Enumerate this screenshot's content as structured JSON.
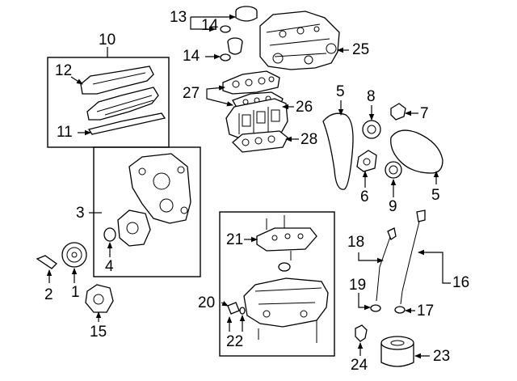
{
  "diagram": {
    "callouts": {
      "c1": "1",
      "c2": "2",
      "c3": "3",
      "c4": "4",
      "c5a": "5",
      "c5b": "5",
      "c6": "6",
      "c7": "7",
      "c8": "8",
      "c9": "9",
      "c10": "10",
      "c11": "11",
      "c12": "12",
      "c13": "13",
      "c14a": "14",
      "c14b": "14",
      "c15": "15",
      "c16": "16",
      "c17": "17",
      "c18": "18",
      "c19": "19",
      "c20": "20",
      "c21": "21",
      "c22": "22",
      "c23": "23",
      "c24": "24",
      "c25": "25",
      "c26": "26",
      "c27": "27",
      "c28": "28"
    }
  }
}
